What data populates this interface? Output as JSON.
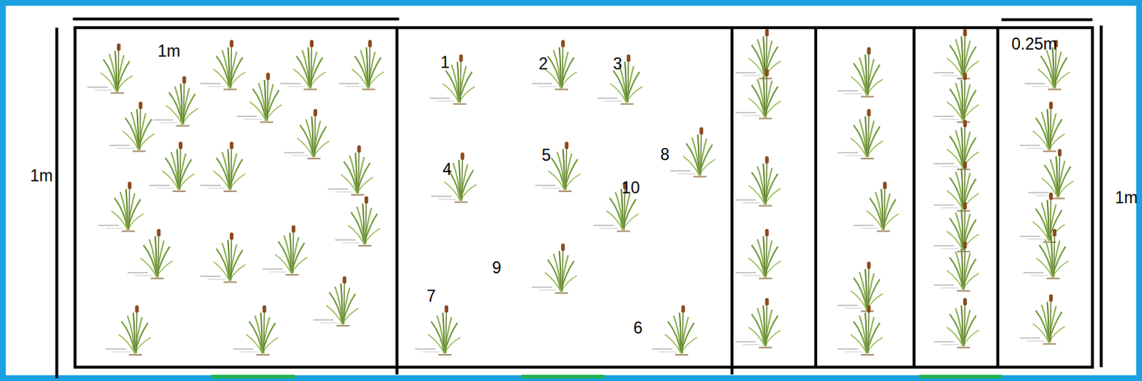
{
  "diagram": {
    "labels": [
      "1m",
      "0.25m",
      "1",
      "2",
      "3",
      "4",
      "5",
      "8",
      "10",
      "9",
      "7",
      "6",
      "1m",
      "1m"
    ]
  }
}
